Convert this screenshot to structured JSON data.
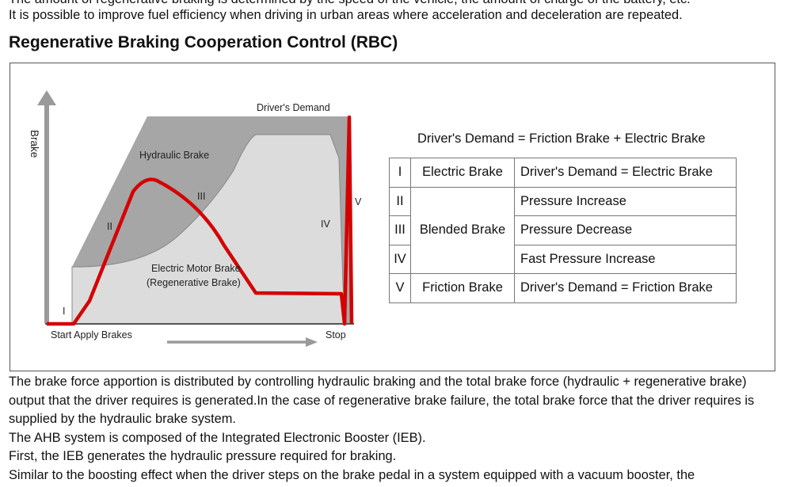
{
  "intro": {
    "cut_line": "The amount of regenerative braking is determined by the speed of the vehicle, the amount of charge of the battery, etc.",
    "line": "It is possible to improve fuel efficiency when driving in urban areas where acceleration and deceleration are repeated."
  },
  "heading": "Regenerative Braking Cooperation Control (RBC)",
  "diagram": {
    "y_axis_label": "Brake",
    "drivers_demand_label": "Driver's Demand",
    "hydraulic_brake_label": "Hydraulic Brake",
    "electric_motor_label_line1": "Electric Motor Brake",
    "electric_motor_label_line2": "(Regenerative Brake)",
    "start_label": "Start Apply Brakes",
    "stop_label": "Stop",
    "phase_labels": {
      "p1": "I",
      "p2": "II",
      "p3": "III",
      "p4": "IV",
      "p5": "V"
    },
    "colors": {
      "hydraulic": "#a6a6a6",
      "electric": "#dcdcdc",
      "curve": "#d40000",
      "axis": "#9a9a9a"
    }
  },
  "equation": "Driver's Demand = Friction Brake + Electric Brake",
  "legend_table": {
    "rows": [
      {
        "num": "I",
        "type": "Electric Brake",
        "desc": "Driver's Demand = Electric Brake"
      },
      {
        "num": "II",
        "type": "Blended Brake",
        "desc": "Pressure Increase"
      },
      {
        "num": "III",
        "desc": "Pressure Decrease"
      },
      {
        "num": "IV",
        "desc": "Fast Pressure Increase"
      },
      {
        "num": "V",
        "type": "Friction Brake",
        "desc": "Driver's Demand = Friction Brake"
      }
    ]
  },
  "body": {
    "p1": "The brake force apportion is distributed by controlling hydraulic braking and the total brake force (hydraulic + regenerative brake) output that the driver requires is generated.In the case of regenerative brake failure, the total brake force that the driver requires is supplied by the hydraulic brake system.",
    "p2": "The AHB system is composed of the Integrated Electronic Booster (IEB).",
    "p3": "First, the IEB generates the hydraulic pressure required for braking.",
    "p4": "Similar to the boosting effect when the driver steps on the brake pedal in a system equipped with a vacuum booster, the"
  }
}
